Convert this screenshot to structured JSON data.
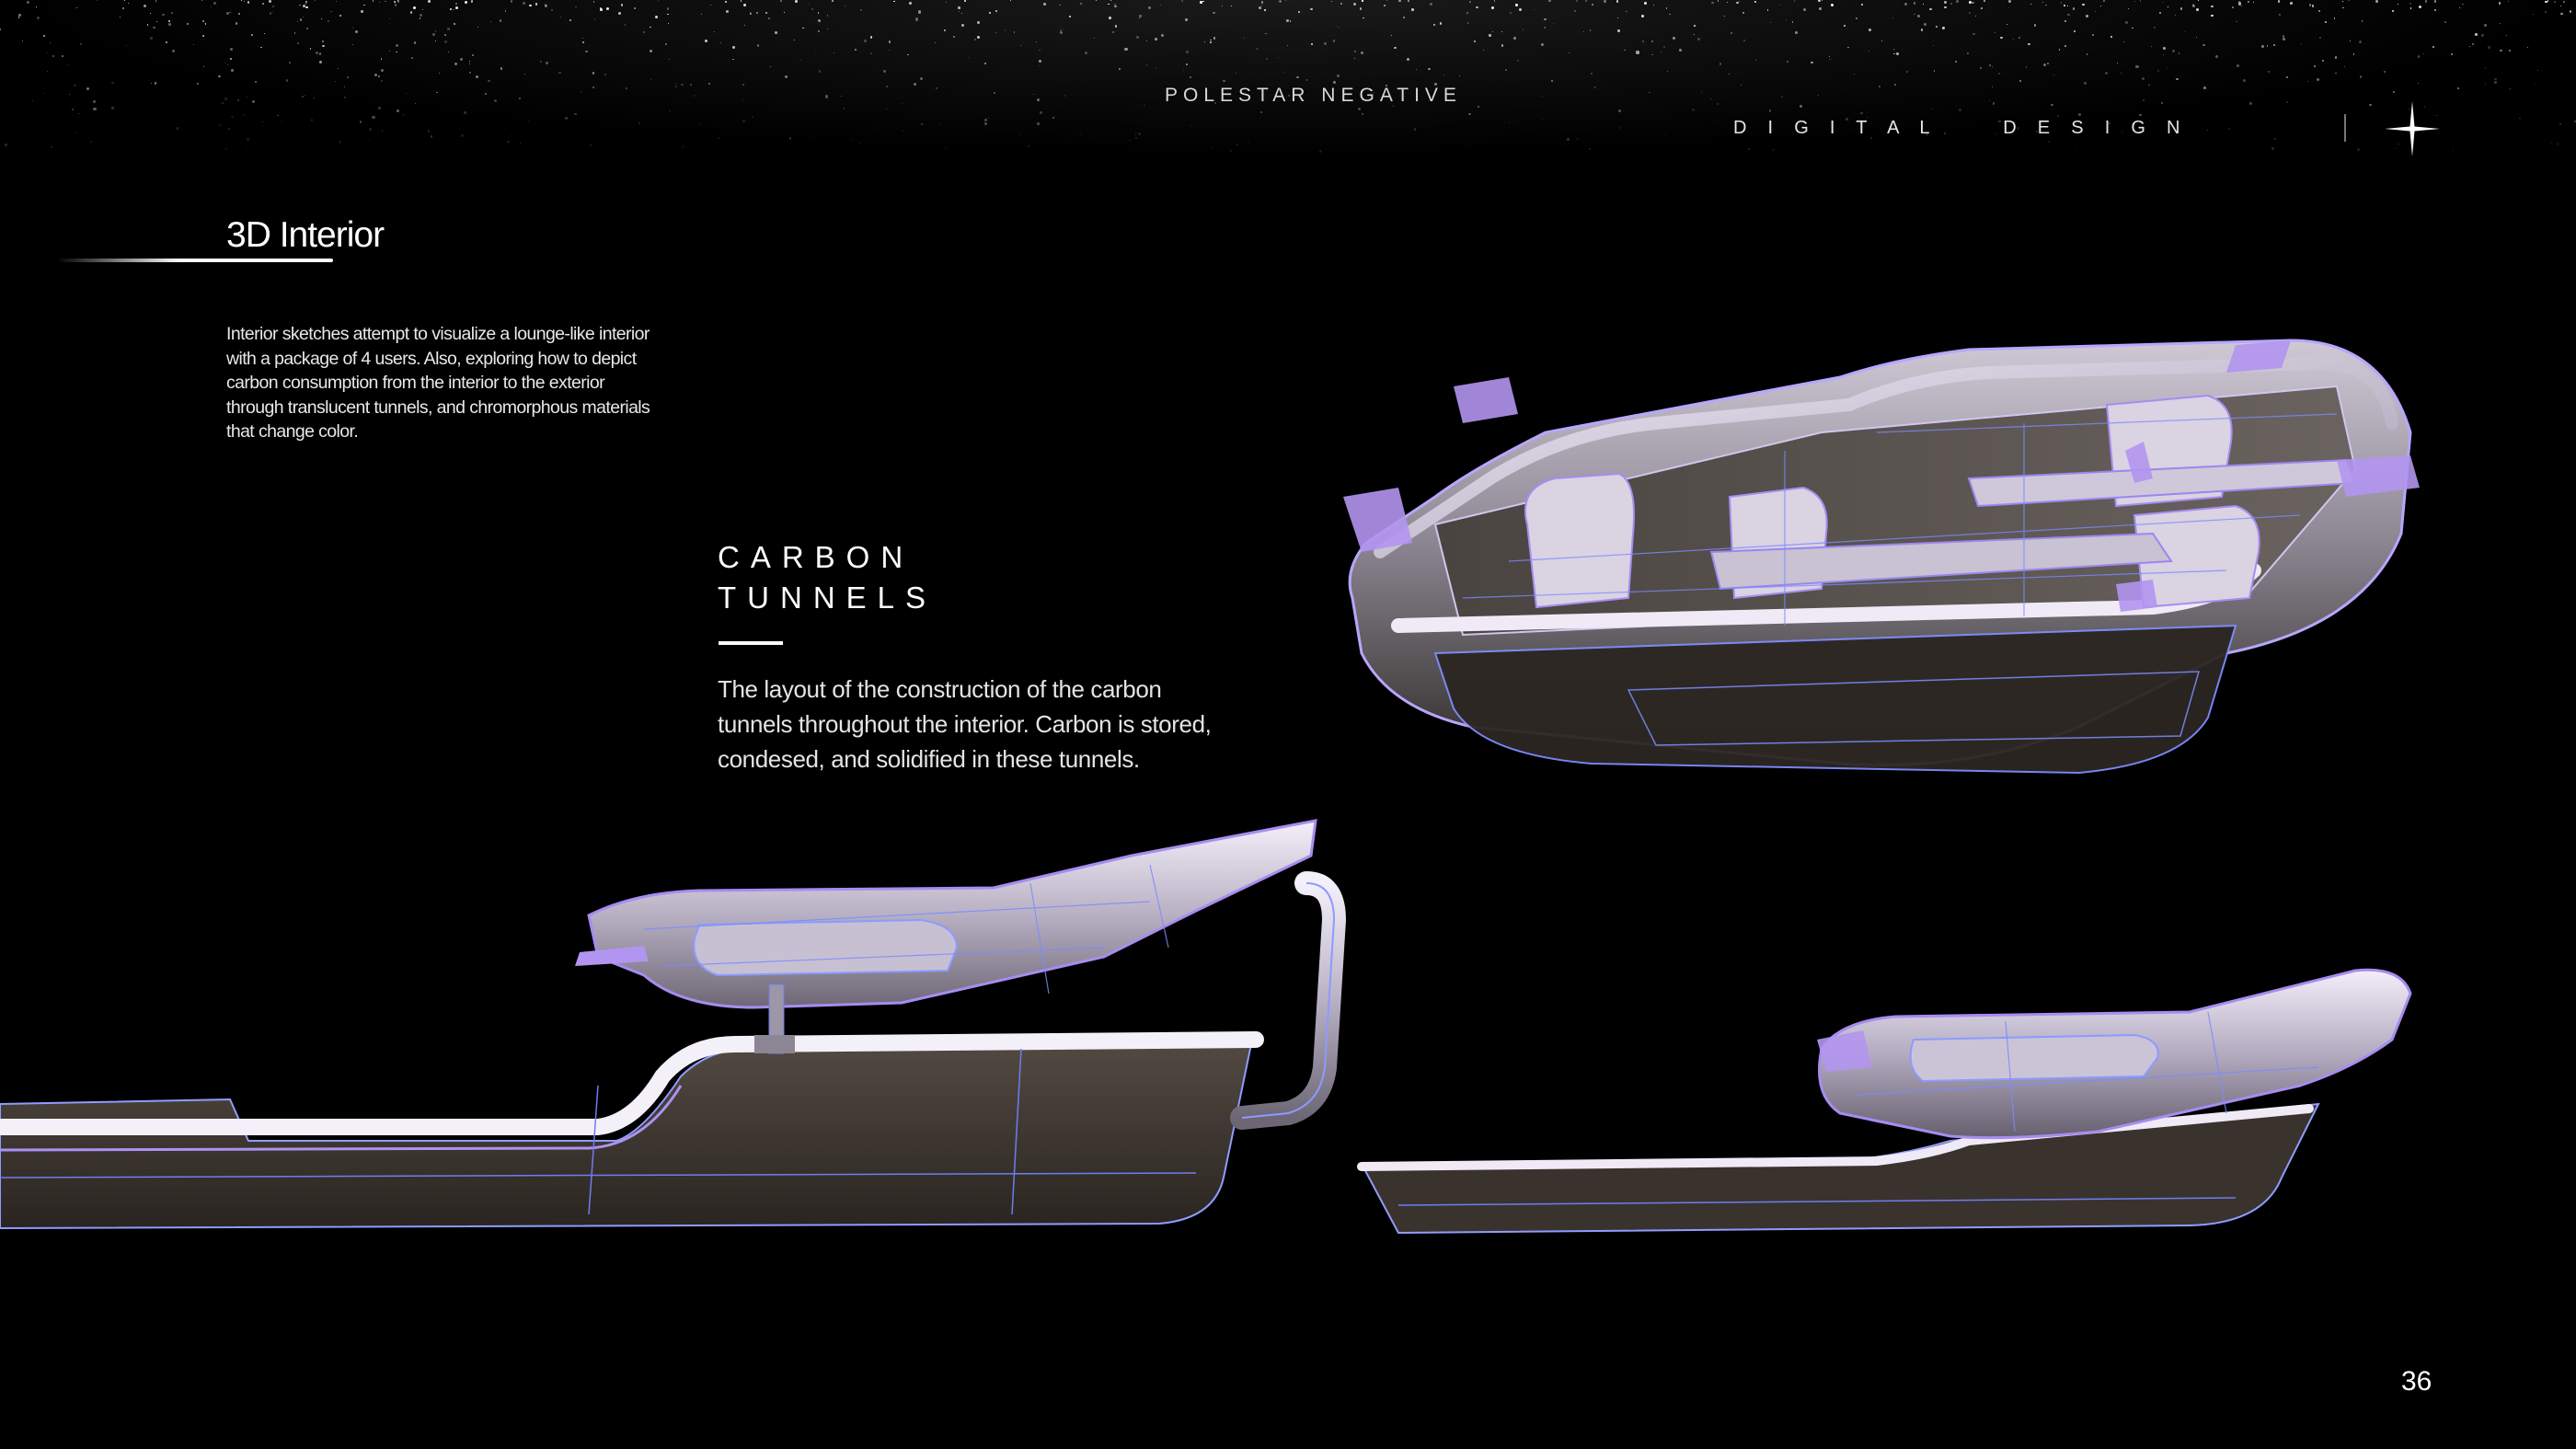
{
  "header": {
    "project": "POLESTAR NEGATIVE",
    "section": "D  I  G  I  T  A  L        D  E  S  I  G  N"
  },
  "logo": {
    "icon": "polestar-star-icon"
  },
  "page": {
    "title": "3D Interior",
    "intro": "Interior sketches attempt to visualize a lounge-like interior with a package of 4 users. Also, exploring how to depict carbon consumption from the interior to the exterior through translucent tunnels, and chromorphous materials that change color.",
    "carbon_title_line1": "CARBON",
    "carbon_title_line2": "TUNNELS",
    "carbon_text": "The layout of the construction of the carbon tunnels throughout the interior. Carbon is stored, condesed, and solidified in these tunnels.",
    "page_number": "36"
  },
  "images": {
    "interior_render": "interior-3d-render",
    "tunnel_side_render": "carbon-tunnel-side-render",
    "tunnel_small_render": "carbon-tunnel-small-render"
  },
  "colors": {
    "background": "#000000",
    "accent_violet": "#b89cf0",
    "accent_blue": "#6f8cff",
    "body_shell": "#3a342e"
  }
}
